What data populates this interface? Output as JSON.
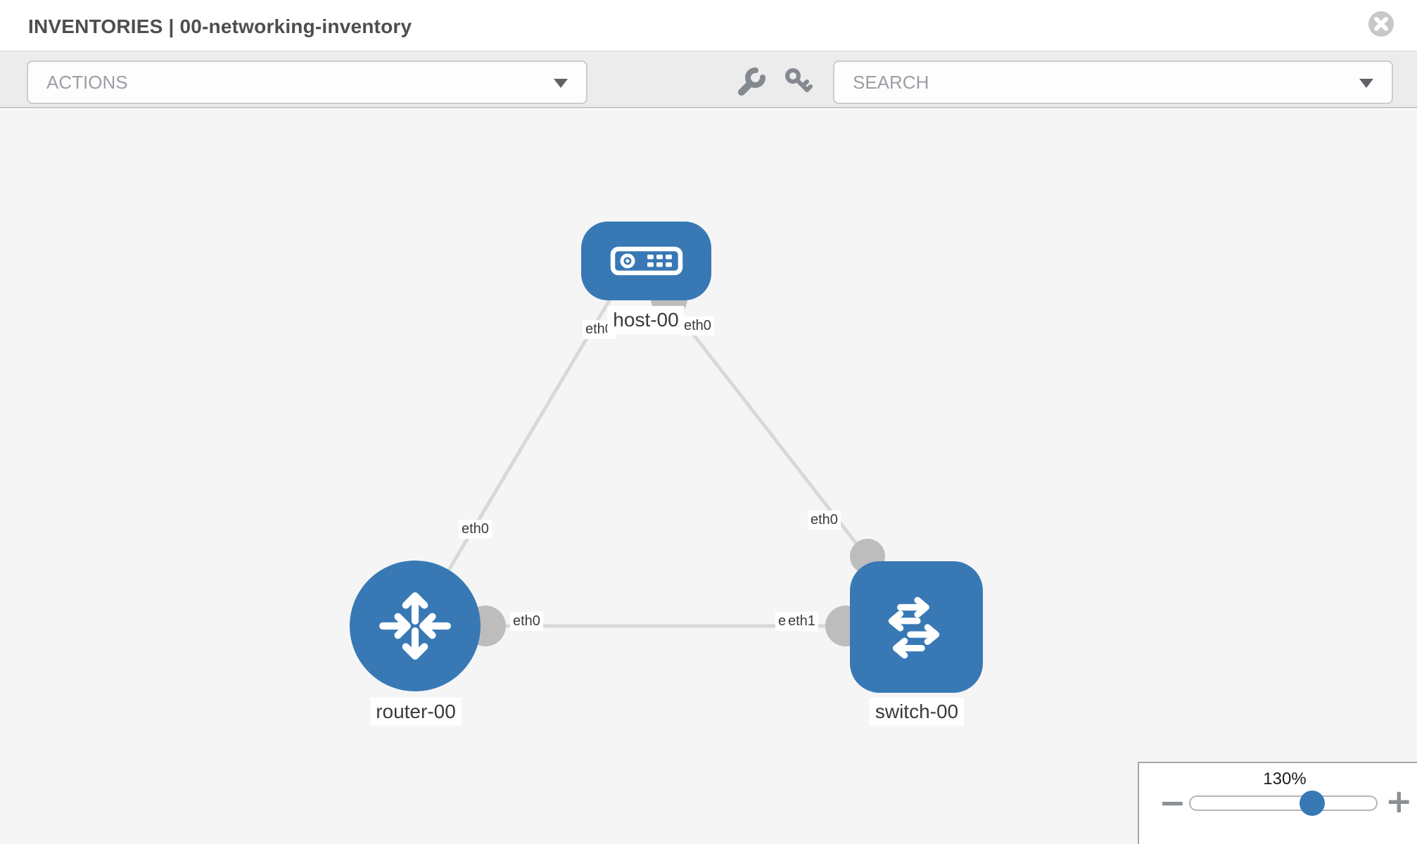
{
  "header": {
    "title": "INVENTORIES | 00-networking-inventory"
  },
  "toolbar": {
    "actions_placeholder": "ACTIONS",
    "search_placeholder": "SEARCH",
    "icons": [
      "wrench-icon",
      "key-icon"
    ]
  },
  "topology": {
    "nodes": [
      {
        "name": "host-00",
        "type": "host"
      },
      {
        "name": "router-00",
        "type": "router"
      },
      {
        "name": "switch-00",
        "type": "switch"
      }
    ],
    "links": [
      {
        "source": "host-00",
        "source_port": "eth0",
        "target": "router-00",
        "target_port": "eth0"
      },
      {
        "source": "host-00",
        "source_port": "eth0",
        "target": "switch-00",
        "target_port": "eth0"
      },
      {
        "source": "router-00",
        "source_port": "eth0",
        "target": "switch-00",
        "target_port": "eth1"
      }
    ]
  },
  "zoom_control": {
    "level": "130%",
    "minus_glyph": "−",
    "plus_glyph": "+"
  },
  "colors": {
    "node_blue": "#3879b5",
    "link_gray": "#d8d8d8",
    "port_gray": "#bdbdbd",
    "toolbar_gray": "#ececec",
    "canvas_gray": "#f5f5f6"
  }
}
